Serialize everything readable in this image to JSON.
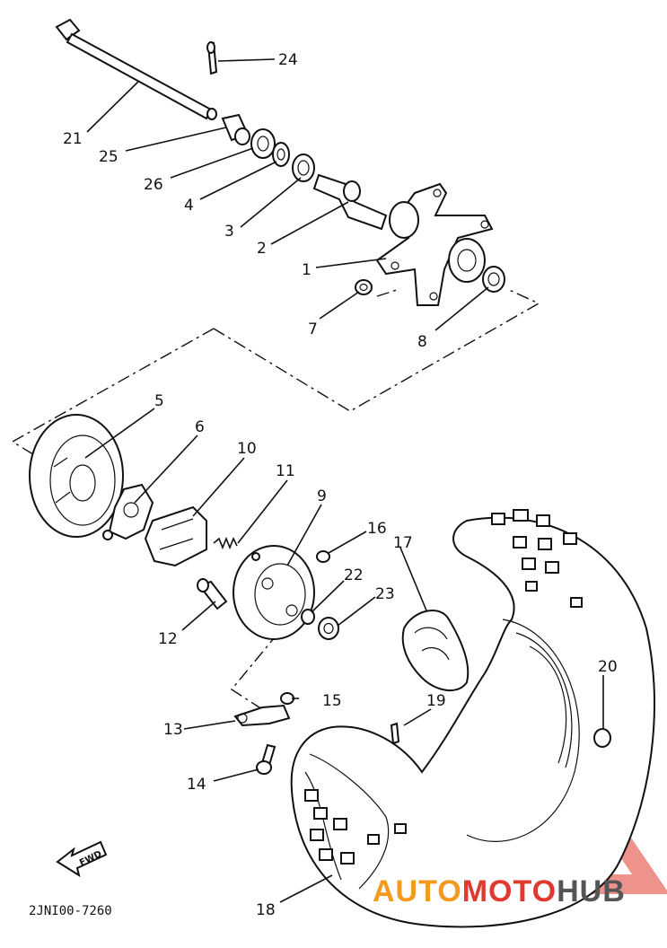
{
  "diagram": {
    "part_code": "2JNI00-7260",
    "fwd_label": "FWD",
    "callouts": {
      "c1": "1",
      "c2": "2",
      "c3": "3",
      "c4": "4",
      "c5": "5",
      "c6": "6",
      "c7": "7",
      "c8": "8",
      "c9": "9",
      "c10": "10",
      "c11": "11",
      "c12": "12",
      "c13": "13",
      "c14": "14",
      "c15": "15",
      "c16": "16",
      "c17": "17",
      "c18": "18",
      "c19": "19",
      "c20": "20",
      "c21": "21",
      "c22": "22",
      "c23": "23",
      "c24": "24",
      "c25": "25",
      "c26": "26"
    }
  },
  "watermark": {
    "auto": "AUTO",
    "moto": "MOTO",
    "hub": "HUB",
    "color_red": "#e03a2e",
    "color_orange": "#f39a1f",
    "color_gray": "#555555"
  }
}
